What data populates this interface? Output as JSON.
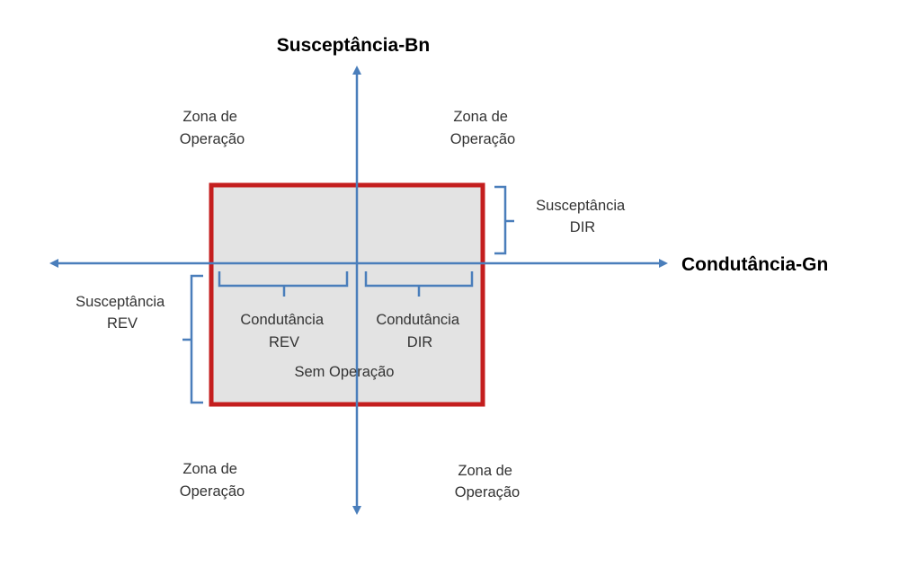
{
  "axes": {
    "y_title": "Susceptância-Bn",
    "x_title": "Condutância-Gn",
    "color": "#4a7ebb"
  },
  "zones": {
    "top_left": [
      "Zona de",
      "Operação"
    ],
    "top_right": [
      "Zona de",
      "Operação"
    ],
    "bottom_left": [
      "Zona de",
      "Operação"
    ],
    "bottom_right": [
      "Zona de",
      "Operação"
    ]
  },
  "labels": {
    "susceptancia_dir": [
      "Susceptância",
      "DIR"
    ],
    "susceptancia_rev": [
      "Susceptância",
      "REV"
    ],
    "condutancia_rev": [
      "Condutância",
      "REV"
    ],
    "condutancia_dir": [
      "Condutância",
      "DIR"
    ],
    "sem_operacao": "Sem Operação"
  },
  "colors": {
    "box_border": "#c41e1e",
    "box_fill": "#e3e3e3",
    "text": "#333333"
  }
}
